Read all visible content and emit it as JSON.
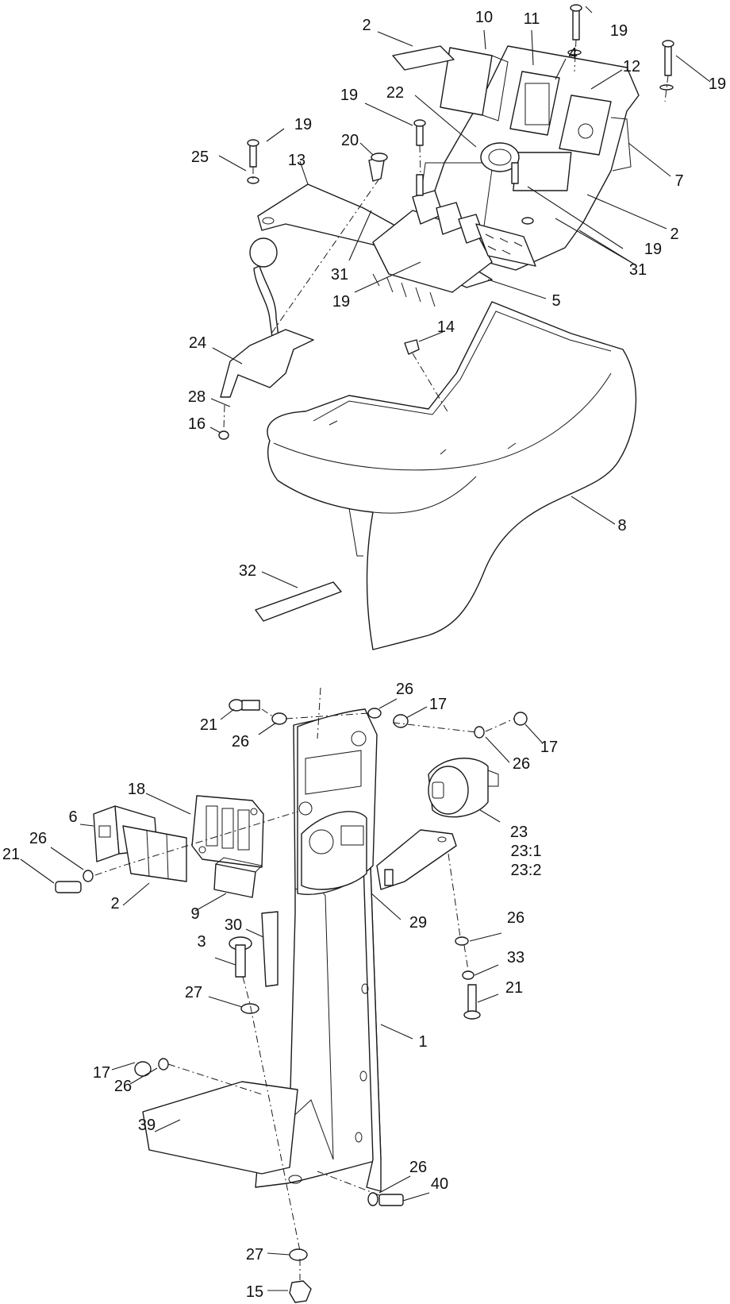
{
  "callouts": [
    {
      "id": "c-2a",
      "text": "2"
    },
    {
      "id": "c-10",
      "text": "10"
    },
    {
      "id": "c-11",
      "text": "11"
    },
    {
      "id": "c-19a",
      "text": "19"
    },
    {
      "id": "c-4",
      "text": "4"
    },
    {
      "id": "c-12",
      "text": "12"
    },
    {
      "id": "c-19b",
      "text": "19"
    },
    {
      "id": "c-19c",
      "text": "19"
    },
    {
      "id": "c-22",
      "text": "22"
    },
    {
      "id": "c-19d",
      "text": "19"
    },
    {
      "id": "c-20",
      "text": "20"
    },
    {
      "id": "c-25",
      "text": "25"
    },
    {
      "id": "c-13",
      "text": "13"
    },
    {
      "id": "c-7",
      "text": "7"
    },
    {
      "id": "c-2b",
      "text": "2"
    },
    {
      "id": "c-19e",
      "text": "19"
    },
    {
      "id": "c-31a",
      "text": "31"
    },
    {
      "id": "c-31b",
      "text": "31"
    },
    {
      "id": "c-19f",
      "text": "19"
    },
    {
      "id": "c-5",
      "text": "5"
    },
    {
      "id": "c-14",
      "text": "14"
    },
    {
      "id": "c-24",
      "text": "24"
    },
    {
      "id": "c-28",
      "text": "28"
    },
    {
      "id": "c-16",
      "text": "16"
    },
    {
      "id": "c-8",
      "text": "8"
    },
    {
      "id": "c-32",
      "text": "32"
    },
    {
      "id": "c-26a",
      "text": "26"
    },
    {
      "id": "c-21a",
      "text": "21"
    },
    {
      "id": "c-17a",
      "text": "17"
    },
    {
      "id": "c-26b",
      "text": "26"
    },
    {
      "id": "c-17b",
      "text": "17"
    },
    {
      "id": "c-26c",
      "text": "26"
    },
    {
      "id": "c-18",
      "text": "18"
    },
    {
      "id": "c-6",
      "text": "6"
    },
    {
      "id": "c-26d",
      "text": "26"
    },
    {
      "id": "c-21b",
      "text": "21"
    },
    {
      "id": "c-23",
      "text": "23"
    },
    {
      "id": "c-23-1",
      "text": "23:1"
    },
    {
      "id": "c-23-2",
      "text": "23:2"
    },
    {
      "id": "c-2c",
      "text": "2"
    },
    {
      "id": "c-9",
      "text": "9"
    },
    {
      "id": "c-29",
      "text": "29"
    },
    {
      "id": "c-30",
      "text": "30"
    },
    {
      "id": "c-3",
      "text": "3"
    },
    {
      "id": "c-26e",
      "text": "26"
    },
    {
      "id": "c-33",
      "text": "33"
    },
    {
      "id": "c-21c",
      "text": "21"
    },
    {
      "id": "c-27a",
      "text": "27"
    },
    {
      "id": "c-1",
      "text": "1"
    },
    {
      "id": "c-17c",
      "text": "17"
    },
    {
      "id": "c-26f",
      "text": "26"
    },
    {
      "id": "c-39",
      "text": "39"
    },
    {
      "id": "c-26g",
      "text": "26"
    },
    {
      "id": "c-40",
      "text": "40"
    },
    {
      "id": "c-27b",
      "text": "27"
    },
    {
      "id": "c-15",
      "text": "15"
    }
  ]
}
